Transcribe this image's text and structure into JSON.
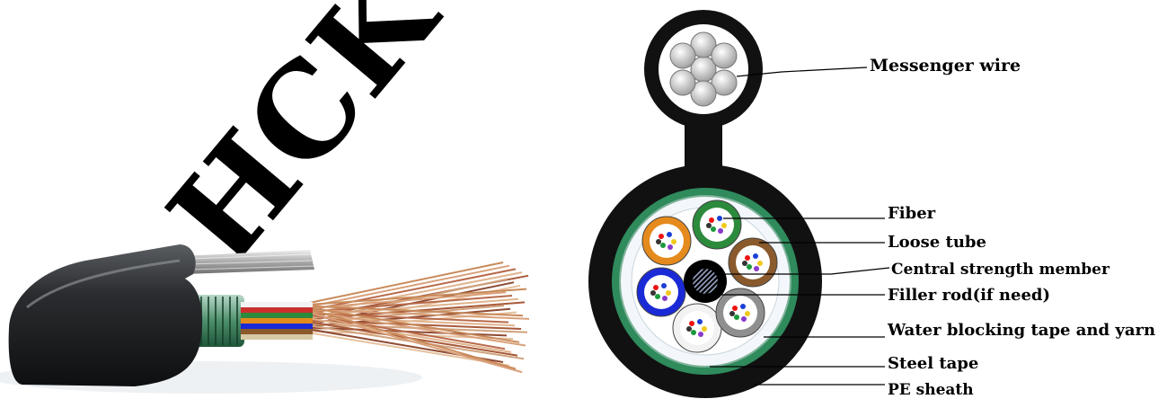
{
  "watermark": "HCK",
  "labels": {
    "messenger_wire": "Messenger wire",
    "fiber": "Fiber",
    "loose_tube": "Loose tube",
    "central_strength_member": "Central strength member",
    "filler_rod": "Filler rod(if need)",
    "water_blocking": "Water blocking tape and yarn",
    "steel_tape": "Steel tape",
    "pe_sheath": "PE sheath"
  },
  "colors": {
    "sheath": "#111111",
    "steel_tape": "#2f8a5c",
    "tube_orange": "#e58a1c",
    "tube_green": "#2c8a3c",
    "tube_brown": "#8a5a2c",
    "tube_blue": "#1a2ad6",
    "tube_white": "#f2f2f2",
    "tube_grey": "#8f8f8f",
    "watermark": "#e8ecef"
  }
}
